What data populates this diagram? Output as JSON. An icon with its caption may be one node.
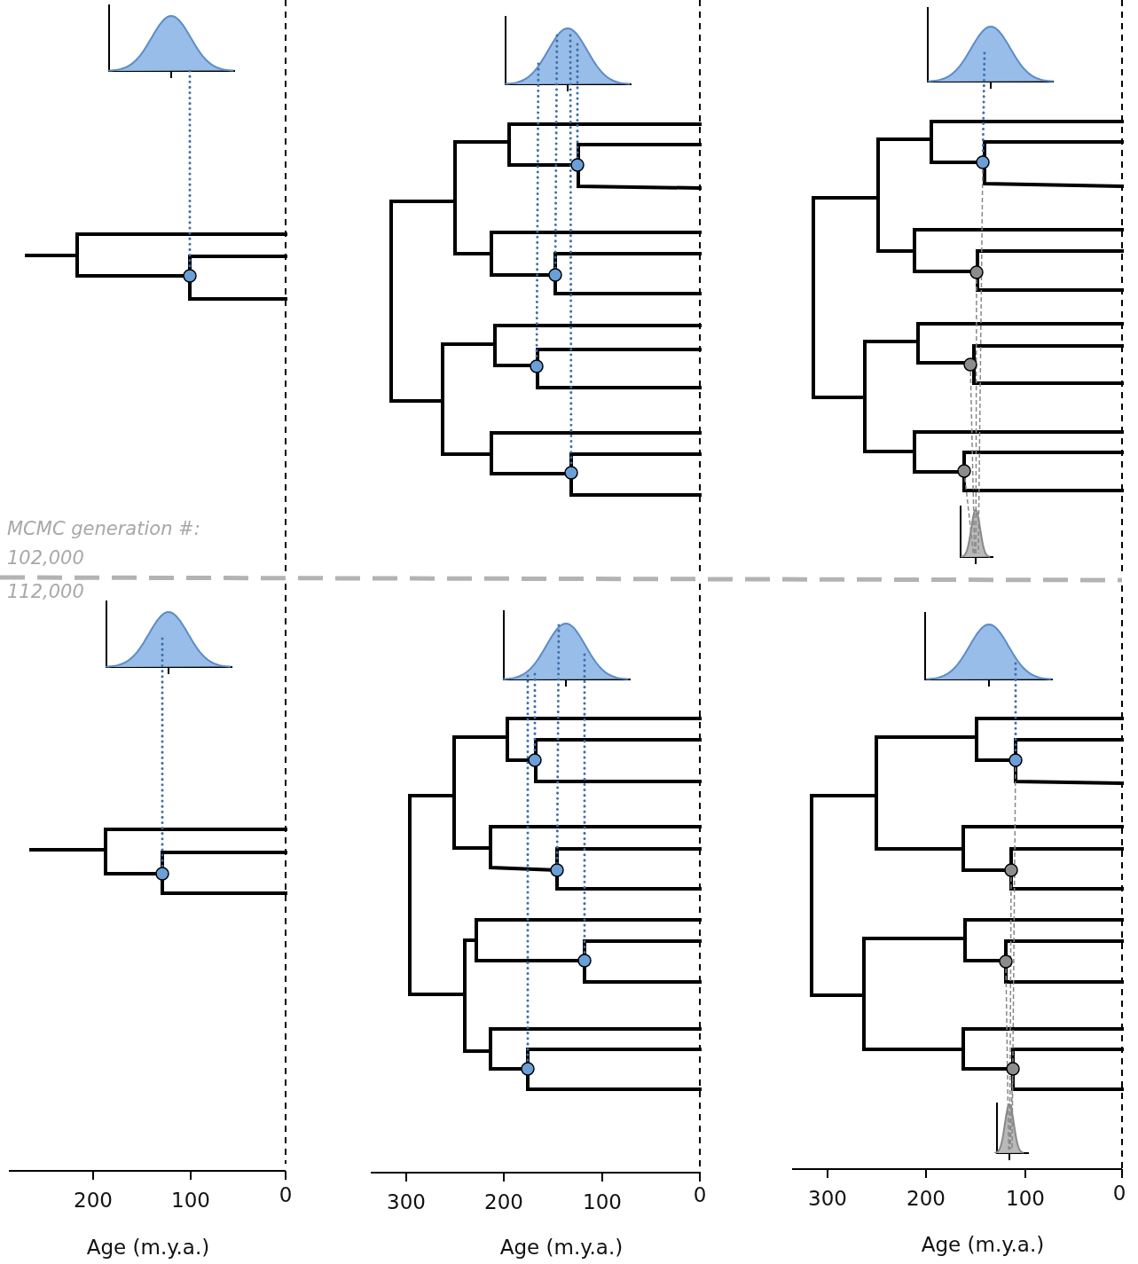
{
  "diagram": {
    "labels": [
      "MCMC generation  #:",
      "102,000",
      "112,000",
      "200",
      "100",
      "0",
      "Age (m.y.a.)",
      "300",
      "200",
      "100",
      "0",
      "Age (m.y.a.)",
      "300",
      "200",
      "100",
      "0",
      "Age (m.y.a.)"
    ]
  }
}
